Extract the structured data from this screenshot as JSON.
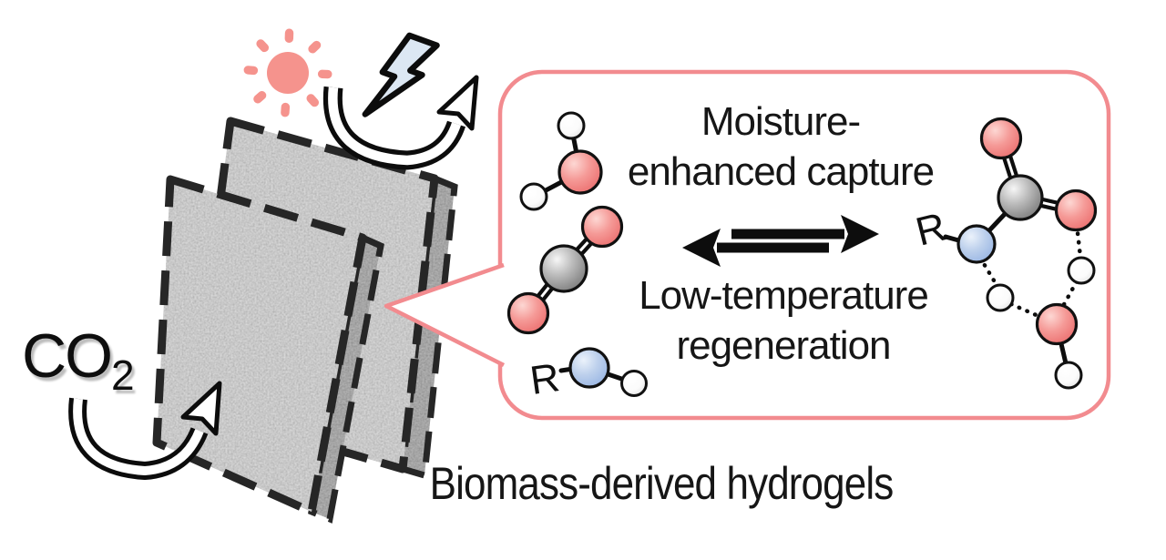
{
  "figure": {
    "co2_label": {
      "formula": "CO",
      "subscript": "2"
    },
    "bubble": {
      "capture_line1": "Moisture-",
      "capture_line2": "enhanced capture",
      "regeneration_line1": "Low-temperature",
      "regeneration_line2": "regeneration",
      "amine_r_label": "R",
      "product_r_label": "R"
    },
    "caption": "Biomass-derived hydrogels",
    "icons": [
      "sun-icon",
      "lightning-icon",
      "energy-release-arrow-icon",
      "co2-inflow-arrow-icon",
      "equilibrium-arrows-icon"
    ],
    "colors": {
      "bubble_border": "#f28b8f",
      "sun": "#f5938d",
      "lightning_fill": "#dce7f3",
      "oxygen_atom": "#f08381",
      "carbon_atom": "#9a9a9a",
      "nitrogen_atom": "#a9c4e8",
      "hydrogen_atom": "#ffffff",
      "panel_gray": "#8c8c8c",
      "panel_edge": "#2a2a2a",
      "text": "#161616"
    }
  }
}
